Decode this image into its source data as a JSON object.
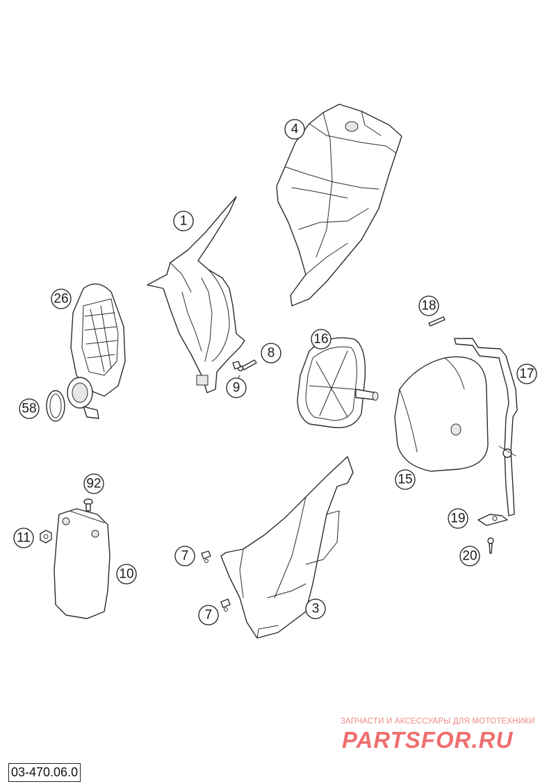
{
  "diagram": {
    "callouts": [
      {
        "id": "c1",
        "label": "1"
      },
      {
        "id": "c3",
        "label": "3"
      },
      {
        "id": "c4",
        "label": "4"
      },
      {
        "id": "c7a",
        "label": "7"
      },
      {
        "id": "c7b",
        "label": "7"
      },
      {
        "id": "c8",
        "label": "8"
      },
      {
        "id": "c9",
        "label": "9"
      },
      {
        "id": "c10",
        "label": "10"
      },
      {
        "id": "c11",
        "label": "11"
      },
      {
        "id": "c15",
        "label": "15"
      },
      {
        "id": "c16",
        "label": "16"
      },
      {
        "id": "c17",
        "label": "17"
      },
      {
        "id": "c18",
        "label": "18"
      },
      {
        "id": "c19",
        "label": "19"
      },
      {
        "id": "c20",
        "label": "20"
      },
      {
        "id": "c26",
        "label": "26"
      },
      {
        "id": "c58",
        "label": "58"
      },
      {
        "id": "c92",
        "label": "92"
      }
    ],
    "reference_code": "03-470.06.0"
  },
  "watermark": {
    "tagline": "ЗАПЧАСТИ И АКСЕССУАРЫ ДЛЯ МОТОТЕХНИКИ",
    "logo": "PARTSFOR.RU",
    "color": "#ee6f6f"
  }
}
